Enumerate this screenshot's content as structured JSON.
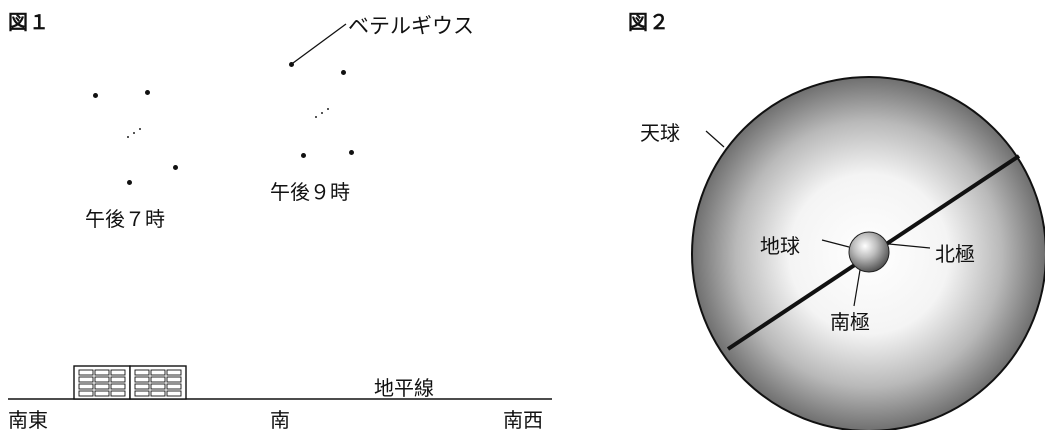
{
  "figure1": {
    "label": "図１",
    "groups": [
      {
        "label": "午後７時"
      },
      {
        "label": "午後９時"
      }
    ],
    "star_name": "ベテルギウス",
    "horizon_label": "地平線",
    "directions": {
      "southeast": "南東",
      "south": "南",
      "southwest": "南西"
    }
  },
  "figure2": {
    "label": "図２",
    "celestial_sphere": "天球",
    "earth": "地球",
    "north_pole": "北極",
    "south_pole": "南極"
  }
}
